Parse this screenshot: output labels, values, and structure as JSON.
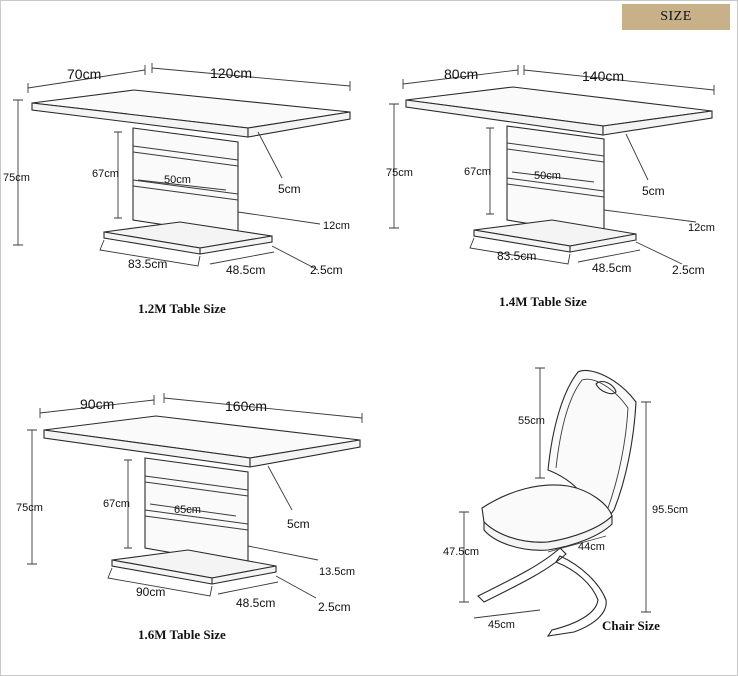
{
  "badge": "SIZE",
  "tables": [
    {
      "depth": "70cm",
      "length": "120cm",
      "height": "75cm",
      "pedestal_height": "67cm",
      "pedestal_width": "50cm",
      "top_thickness": "5cm",
      "plinth": "12cm",
      "base_length": "83.5cm",
      "base_depth": "48.5cm",
      "base_thickness": "2.5cm",
      "caption": "1.2M Table Size"
    },
    {
      "depth": "80cm",
      "length": "140cm",
      "height": "75cm",
      "pedestal_height": "67cm",
      "pedestal_width": "50cm",
      "top_thickness": "5cm",
      "plinth": "12cm",
      "base_length": "83.5cm",
      "base_depth": "48.5cm",
      "base_thickness": "2.5cm",
      "caption": "1.4M Table Size"
    },
    {
      "depth": "90cm",
      "length": "160cm",
      "height": "75cm",
      "pedestal_height": "67cm",
      "pedestal_width": "65cm",
      "top_thickness": "5cm",
      "plinth": "13.5cm",
      "base_length": "90cm",
      "base_depth": "48.5cm",
      "base_thickness": "2.5cm",
      "caption": "1.6M Table Size"
    }
  ],
  "chair": {
    "back_height": "55cm",
    "total_height": "95.5cm",
    "seat_height": "47.5cm",
    "seat_depth": "44cm",
    "width": "45cm",
    "caption": "Chair Size"
  }
}
